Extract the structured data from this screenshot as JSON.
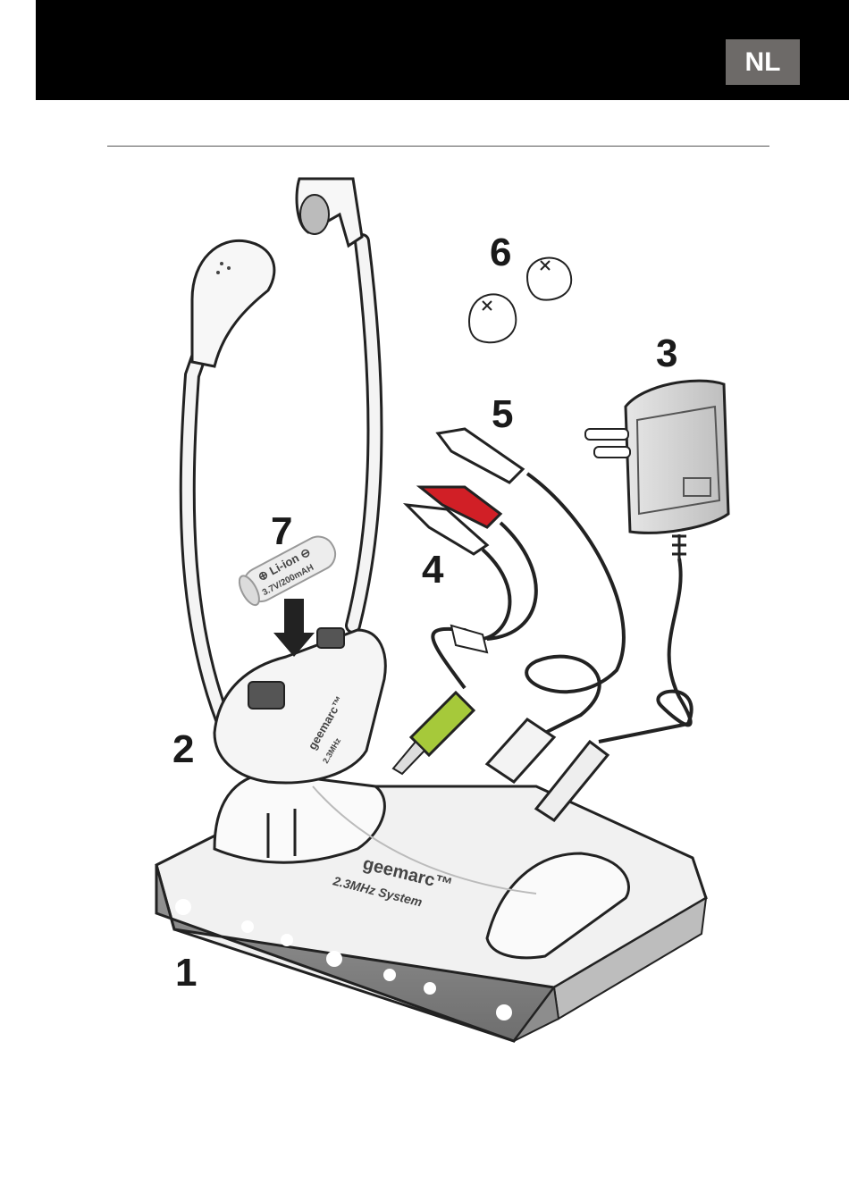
{
  "header": {
    "language_badge": "NL"
  },
  "figure": {
    "callouts": {
      "base": "1",
      "receiver": "2",
      "adapter": "3",
      "rca_cable": "4",
      "optical_cable": "5",
      "ear_tips": "6",
      "battery": "7"
    },
    "base_brand": "geemarc™",
    "base_model": "2.3MHz System",
    "receiver_brand": "geemarc™",
    "receiver_model": "2.3MHz",
    "battery_line1": "⊕ Li-ion ⊖",
    "battery_line2": "3.7V/200mAH"
  },
  "colors": {
    "header_bg": "#000000",
    "badge_bg": "#6d6a68",
    "rca_red": "#d11f26",
    "jack_green": "#a6c93a"
  }
}
